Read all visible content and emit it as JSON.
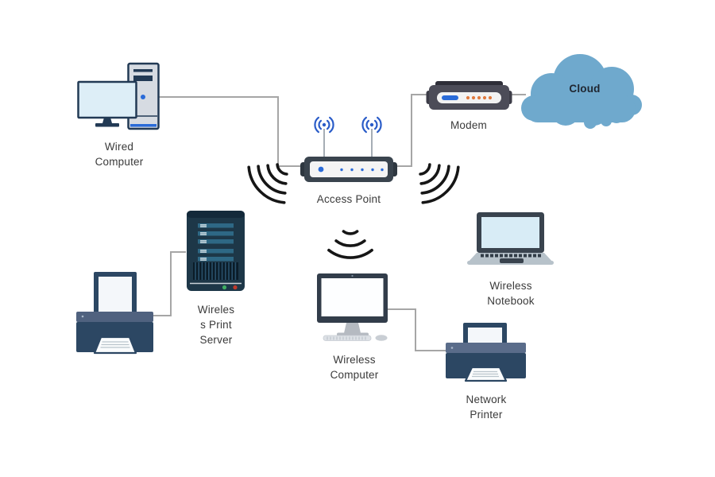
{
  "diagram": {
    "type": "network-topology",
    "nodes": {
      "wired_computer": {
        "label": "Wired\nComputer"
      },
      "access_point": {
        "label": "Access Point"
      },
      "modem": {
        "label": "Modem"
      },
      "cloud": {
        "label": "Cloud"
      },
      "wireless_print_server": {
        "label": "Wireles\ns Print\nServer"
      },
      "printer": {
        "label": ""
      },
      "wireless_notebook": {
        "label": "Wireless\nNotebook"
      },
      "wireless_computer": {
        "label": "Wireless\nComputer"
      },
      "network_printer": {
        "label": "Network\nPrinter"
      }
    },
    "connections": [
      {
        "from": "wired_computer",
        "to": "access_point",
        "style": "elbow"
      },
      {
        "from": "access_point",
        "to": "modem",
        "style": "elbow"
      },
      {
        "from": "modem",
        "to": "cloud",
        "style": "straight"
      },
      {
        "from": "printer",
        "to": "wireless_print_server",
        "style": "elbow"
      },
      {
        "from": "wireless_computer",
        "to": "network_printer",
        "style": "elbow"
      }
    ],
    "wireless_signals": [
      {
        "at": "access-point-lower-left",
        "direction": "down-left"
      },
      {
        "at": "access-point-lower-right",
        "direction": "down-right"
      },
      {
        "at": "above-wireless-computer",
        "direction": "down"
      }
    ],
    "icons": {
      "antenna_signal_icon": "(( • ))",
      "wifi_signal_icon": "radiating arcs"
    },
    "colors": {
      "navy": "#2c4763",
      "dark_slate": "#3a444e",
      "modem_gray": "#4c4c58",
      "cloud_blue": "#6fa9cd",
      "accent_blue": "#2a6bd8",
      "antenna_blue": "#2a5cc8",
      "led_orange": "#e07a3f",
      "led_green": "#3fae62",
      "led_red": "#c0392b",
      "server_bar_teal": "#2e6885",
      "screen_blue": "#ddeef7",
      "connector_gray": "#a6a6a6",
      "signal_black": "#161616"
    }
  }
}
